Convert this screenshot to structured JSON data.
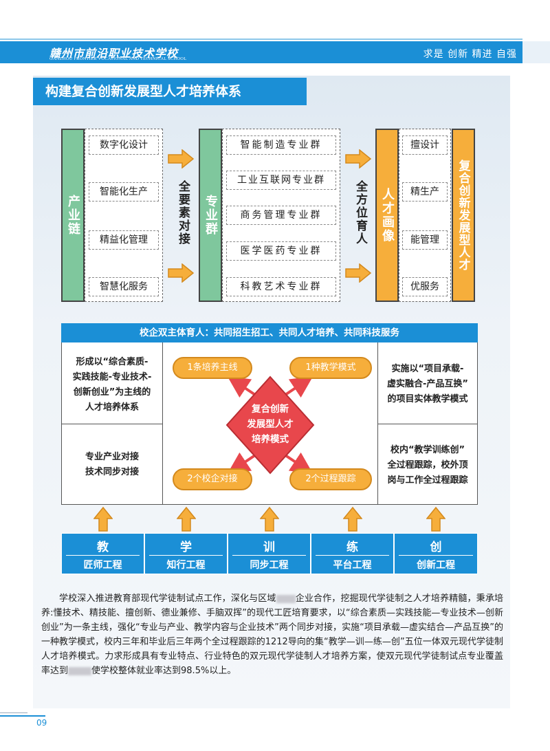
{
  "header": {
    "school_cn": "赣州市前沿职业技术学校",
    "school_en": "GANZHOU FRONTIER VOCATIONAL AND TECHNICAL SCHOOL",
    "motto": "求是 创新 精进 自强"
  },
  "section_title": "构建复合创新发展型人才培养体系",
  "top": {
    "chain_label": "产业链",
    "chain_items": [
      "数字化设计",
      "智能化生产",
      "精益化管理",
      "智慧化服务"
    ],
    "link1": "全要素对接",
    "group_label": "专业群",
    "group_items": [
      "智能制造专业群",
      "工业互联网专业群",
      "商务管理专业群",
      "医学医药专业群",
      "科教艺术专业群"
    ],
    "link2": "全方位育人",
    "portrait_label": "人才画像",
    "portrait_items": [
      "擅设计",
      "精生产",
      "能管理",
      "优服务"
    ],
    "result_label": "复合创新发展型人才"
  },
  "model": {
    "header": "校企双主体育人：共同招生招工、共同人才培养、共同科技服务",
    "left_top": [
      "形成以“综合素质-",
      "实践技能-专业技术-",
      "创新创业”为主线的",
      "人才培养体系"
    ],
    "left_bottom": [
      "专业产业对接",
      "技术同步对接"
    ],
    "right_top": [
      "实施以“项目承载-",
      "虚实融合-产品互换”",
      "的项目实体教学模式"
    ],
    "right_bottom": [
      "校内“教学训练创”",
      "全过程跟踪，校外顶",
      "岗与工作全过程跟踪"
    ],
    "pill_tl": "1条培养主线",
    "pill_tr": "1种教学模式",
    "pill_bl": "2个校企对接",
    "pill_br": "2个过程跟踪",
    "center": [
      "复合创新",
      "发展型人才",
      "培养模式"
    ]
  },
  "bottom": [
    {
      "top": "教",
      "bottom": "匠师工程"
    },
    {
      "top": "学",
      "bottom": "知行工程"
    },
    {
      "top": "训",
      "bottom": "同步工程"
    },
    {
      "top": "练",
      "bottom": "平台工程"
    },
    {
      "top": "创",
      "bottom": "创新工程"
    }
  ],
  "paragraph": {
    "p1": "学校深入推进教育部现代学徒制试点工作，深化与区域",
    "p2": "企业合作，挖掘现代学徒制之人才培养精髓，秉承培养:懂技术、精技能、擅创新、德业兼修、手脑双挥”的现代工匠培育要求，以“综合素质—实践技能—专业技术—创新创业”为一条主线，强化“专业与产业、教学内容与企业技术”两个同步对接，实施“项目承载—虚实结合—产品互换”的一种教学模式，校内三年和毕业后三年两个全过程跟踪的1212导向的集“教学—训—练—创”五位一体双元现代学徒制人才培养模式。力求形成具有专业特点、行业特色的双元现代学徒制人才培养方案，使双元现代学徒制试点专业覆盖率达到",
    "p3": "使学校整体就业率达到98.5%以上。"
  },
  "page_number": "09",
  "colors": {
    "blue": "#1b8fd6",
    "green": "#7fc79d",
    "orange": "#f6ae3b",
    "red": "#e8474c"
  }
}
